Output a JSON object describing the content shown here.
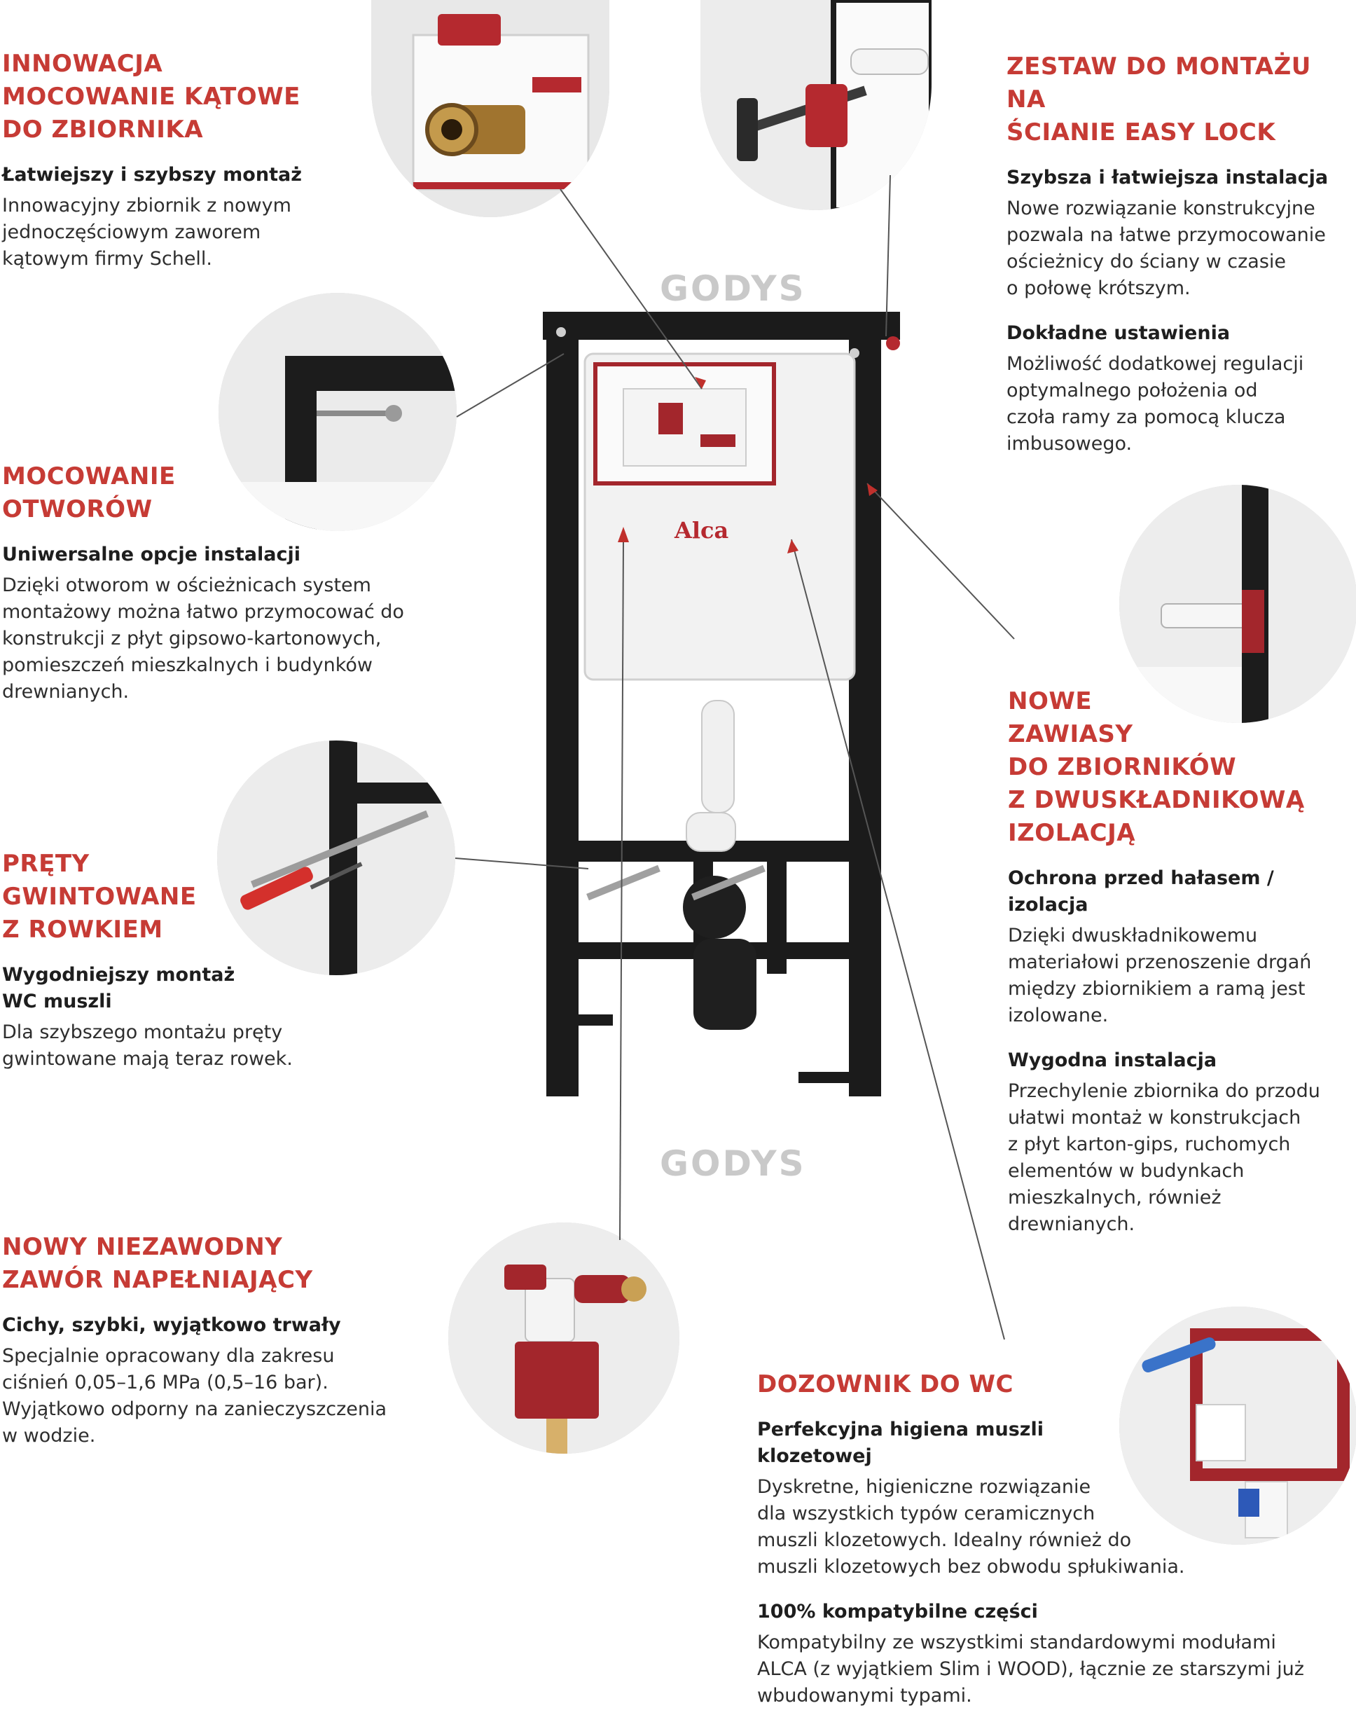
{
  "watermarks": [
    "GODYS",
    "GODYS"
  ],
  "brand_logo": "Alca",
  "sections": {
    "angle_mount": {
      "heading": "INNOWACJA\nMOCOWANIE KĄTOWE\nDO ZBIORNIKA",
      "items": [
        {
          "title": "Łatwiejszy i szybszy montaż",
          "text": "Innowacyjny zbiornik z nowym\njednoczęściowym zaworem\nkątowym firmy Schell."
        }
      ]
    },
    "holes": {
      "heading": "MOCOWANIE\nOTWORÓW",
      "items": [
        {
          "title": "Uniwersalne opcje instalacji",
          "text": "Dzięki otworom w ościeżnicach system\nmontażowy można łatwo przymocować do\nkonstrukcji z płyt gipsowo-kartonowych,\npomieszczeń mieszkalnych i budynków\ndrewnianych."
        }
      ]
    },
    "rods": {
      "heading": "PRĘTY\nGWINTOWANE\nZ ROWKIEM",
      "items": [
        {
          "title": "Wygodniejszy montaż\nWC muszli",
          "text": "Dla szybszego montażu pręty\ngwintowane mają teraz rowek."
        }
      ]
    },
    "valve": {
      "heading": "NOWY NIEZAWODNY\nZAWÓR NAPEŁNIAJĄCY",
      "items": [
        {
          "title": "Cichy, szybki, wyjątkowo trwały",
          "text": "Specjalnie opracowany dla zakresu\nciśnień 0,05–1,6 MPa (0,5–16 bar).\nWyjątkowo odporny na zanieczyszczenia\nw wodzie."
        }
      ]
    },
    "easy_lock": {
      "heading": "ZESTAW DO MONTAŻU NA\nŚCIANIE EASY LOCK",
      "items": [
        {
          "title": "Szybsza i łatwiejsza instalacja",
          "text": "Nowe rozwiązanie konstrukcyjne\npozwala na łatwe przymocowanie\nościeżnicy do ściany w czasie\no połowę krótszym."
        },
        {
          "title": "Dokładne ustawienia",
          "text": "Możliwość dodatkowej regulacji\noptymalnego położenia od\nczoła ramy za pomocą klucza\nimbusowego."
        }
      ]
    },
    "hinges": {
      "heading": "NOWE\nZAWIASY\nDO ZBIORNIKÓW\nZ DWUSKŁADNIKOWĄ\nIZOLACJĄ",
      "items": [
        {
          "title": "Ochrona przed hałasem / izolacja",
          "text": "Dzięki dwuskładnikowemu\nmateriałowi przenoszenie drgań\nmiędzy zbiornikiem a ramą jest\nizolowane."
        },
        {
          "title": "Wygodna instalacja",
          "text": "Przechylenie zbiornika do przodu\nułatwi montaż w konstrukcjach\nz płyt karton-gips, ruchomych\nelementów w budynkach\nmieszkalnych, również\ndrewnianych."
        }
      ]
    },
    "dispenser": {
      "heading": "DOZOWNIK DO WC",
      "items": [
        {
          "title": "Perfekcyjna higiena muszli\nklozetowej",
          "text": "Dyskretne, higieniczne rozwiązanie\ndla wszystkich typów ceramicznych\nmuszli klozetowych. Idealny również do\nmuszli klozetowych bez obwodu spłukiwania."
        },
        {
          "title": "100% kompatybilne części",
          "text": "Kompatybilny ze wszystkimi standardowymi modułami\nALCA (z wyjątkiem Slim i WOOD), łącznie ze starszymi już\nwbudowanymi typami."
        }
      ]
    }
  },
  "colors": {
    "accent": "#c63b35",
    "frame": "#1b1b1b",
    "tank": "#f2f2f2",
    "valve_red": "#a3262c"
  }
}
